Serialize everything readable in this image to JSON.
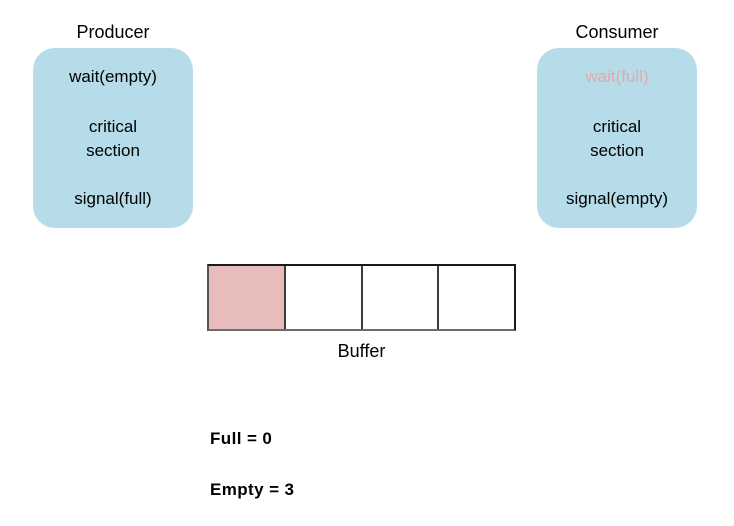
{
  "diagram": {
    "title_producer": "Producer",
    "title_consumer": "Consumer",
    "buffer_label": "Buffer",
    "colors": {
      "process_box": "#b5dce8",
      "buffer_filled_cell": "#e9bcbc",
      "muted_text": "#e8a8a8",
      "text": "#000000",
      "background": "#ffffff"
    }
  },
  "producer": {
    "title": "Producer",
    "lines": {
      "wait": "wait(empty)",
      "critical_1": "critical",
      "critical_2": "section",
      "signal": "signal(full)"
    }
  },
  "consumer": {
    "title": "Consumer",
    "lines": {
      "wait": "wait(full)",
      "critical_1": "critical",
      "critical_2": "section",
      "signal": "signal(empty)"
    }
  },
  "buffer": {
    "label": "Buffer",
    "cell_count": 4,
    "cells": [
      {
        "state": "filled"
      },
      {
        "state": "empty"
      },
      {
        "state": "empty"
      },
      {
        "state": "empty"
      }
    ]
  },
  "semaphores": [
    {
      "name": "Full",
      "text": "Full  =  0",
      "value": 0
    },
    {
      "name": "Empty",
      "text": "Empty  =  3",
      "value": 3
    }
  ]
}
